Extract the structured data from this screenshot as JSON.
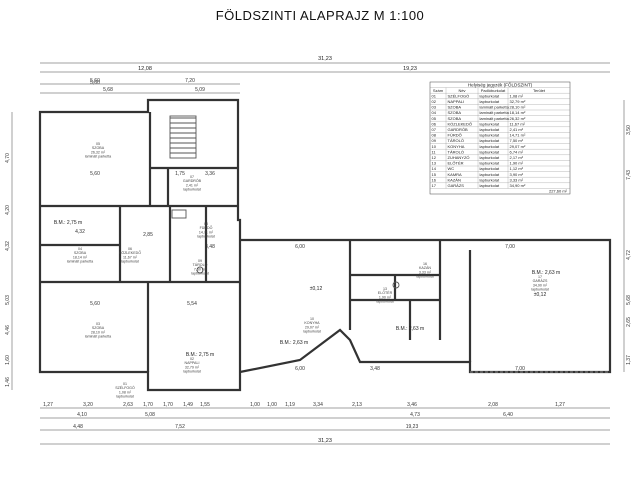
{
  "title": "FÖLDSZINTI ALAPRAJZ  M 1:100",
  "dims_top": {
    "overall": "31,23",
    "left_group": "12,08",
    "right_group": "19,23",
    "row2": [
      "5,60",
      "7,20"
    ],
    "row3": [
      "5,68",
      "5,09"
    ]
  },
  "dims_left": [
    "4,70",
    "4,20",
    "4,32",
    "5,03",
    "4,46",
    "1,60",
    "1,46"
  ],
  "dims_right": [
    "3,50",
    "7,43",
    "4,72",
    "5,68",
    "2,65",
    "1,37"
  ],
  "dims_bottom": {
    "row1": [
      "1,27",
      "3,20",
      "2,63",
      "1,70",
      "1,70",
      "1,49",
      "1,55",
      "1,00",
      "1,00",
      "1,19",
      "3,34",
      "2,13",
      "3,46",
      "2,08",
      "1,27"
    ],
    "row2": [
      "4,10",
      "5,08",
      "4,73",
      "6,40"
    ],
    "row3": [
      "4,48",
      "7,52",
      "19,23"
    ],
    "overall": "31,23"
  },
  "inner_dims": [
    "5,60",
    "5,60",
    "4,32",
    "2,85",
    "3,36",
    "1,75",
    "5,60",
    "5,54",
    "6,00",
    "6,00",
    "7,00",
    "7,00",
    "3,48",
    "3,48"
  ],
  "rooms": [
    {
      "no": "05",
      "name": "SZOBA",
      "area": "26,32 m²",
      "floor": "laminált parketta"
    },
    {
      "no": "04",
      "name": "SZOBA",
      "area": "18,14 m²",
      "floor": "laminált parketta"
    },
    {
      "no": "03",
      "name": "SZOBA",
      "area": "28,10 m²",
      "floor": "laminált parketta"
    },
    {
      "no": "02",
      "name": "NAPPALI",
      "area": "32,79 m²",
      "floor": "lapburkolat"
    },
    {
      "no": "06",
      "name": "KÖZLEKEDŐ",
      "area": "11,67 m²",
      "floor": "lapburkolat"
    },
    {
      "no": "07",
      "name": "GARDRÓB",
      "area": "2,41 m²",
      "floor": "lapburkolat"
    },
    {
      "no": "08",
      "name": "FÜRDŐ",
      "area": "14,71 m²",
      "floor": "lapburkolat"
    },
    {
      "no": "09",
      "name": "TÁROLÓ",
      "area": "7,50 m²",
      "floor": "lapburkolat"
    },
    {
      "no": "10",
      "name": "KONYHA",
      "area": "29,07 m²",
      "floor": "lapburkolat"
    },
    {
      "no": "13",
      "name": "ELŐTÉR",
      "area": "1,90 m²",
      "floor": "lapburkolat"
    },
    {
      "no": "16",
      "name": "KAZÁN",
      "area": "3,33 m²",
      "floor": "lapburkolat"
    },
    {
      "no": "17",
      "name": "GARÁZS",
      "area": "34,90 m²",
      "floor": "lapburkolat"
    },
    {
      "no": "01",
      "name": "SZÉLFOGÓ",
      "area": "1,08 m²",
      "floor": "lapburkolat"
    }
  ],
  "levels": [
    "B.M.: 2,75 m",
    "B.M.: 2,75 m",
    "B.M.: 2,63 m",
    "B.M.: 2,63 m",
    "B.M.: 2,63 m",
    "±0,12",
    "±0,12"
  ],
  "legend": {
    "title": "Helyiség jegyzék (FÖLDSZINT)",
    "headers": [
      "Szám",
      "Név",
      "Padlóburkolat",
      "Terület"
    ],
    "rows": [
      [
        "01",
        "SZÉLFOGÓ",
        "lapburkolat",
        "1,08 m²"
      ],
      [
        "02",
        "NAPPALI",
        "lapburkolat",
        "32,79 m²"
      ],
      [
        "03",
        "SZOBA",
        "laminált parketta",
        "28,10 m²"
      ],
      [
        "04",
        "SZOBA",
        "laminált parketta",
        "18,14 m²"
      ],
      [
        "05",
        "SZOBA",
        "laminált parketta",
        "26,32 m²"
      ],
      [
        "06",
        "KÖZLEKEDŐ",
        "lapburkolat",
        "11,67 m²"
      ],
      [
        "07",
        "GARDRÓB",
        "lapburkolat",
        "2,41 m²"
      ],
      [
        "08",
        "FÜRDŐ",
        "lapburkolat",
        "14,71 m²"
      ],
      [
        "09",
        "TÁROLÓ",
        "lapburkolat",
        "7,50 m²"
      ],
      [
        "10",
        "KONYHA",
        "lapburkolat",
        "29,07 m²"
      ],
      [
        "11",
        "TÁROLÓ",
        "lapburkolat",
        "6,74 m²"
      ],
      [
        "12",
        "ZUHANYZÓ",
        "lapburkolat",
        "2,17 m²"
      ],
      [
        "13",
        "ELŐTÉR",
        "lapburkolat",
        "1,90 m²"
      ],
      [
        "14",
        "WC",
        "lapburkolat",
        "1,12 m²"
      ],
      [
        "15",
        "KAMRA",
        "lapburkolat",
        "3,90 m²"
      ],
      [
        "16",
        "KAZÁN",
        "lapburkolat",
        "3,33 m²"
      ],
      [
        "17",
        "GARÁZS",
        "lapburkolat",
        "34,90 m²"
      ]
    ],
    "total": "227,60 m²"
  }
}
